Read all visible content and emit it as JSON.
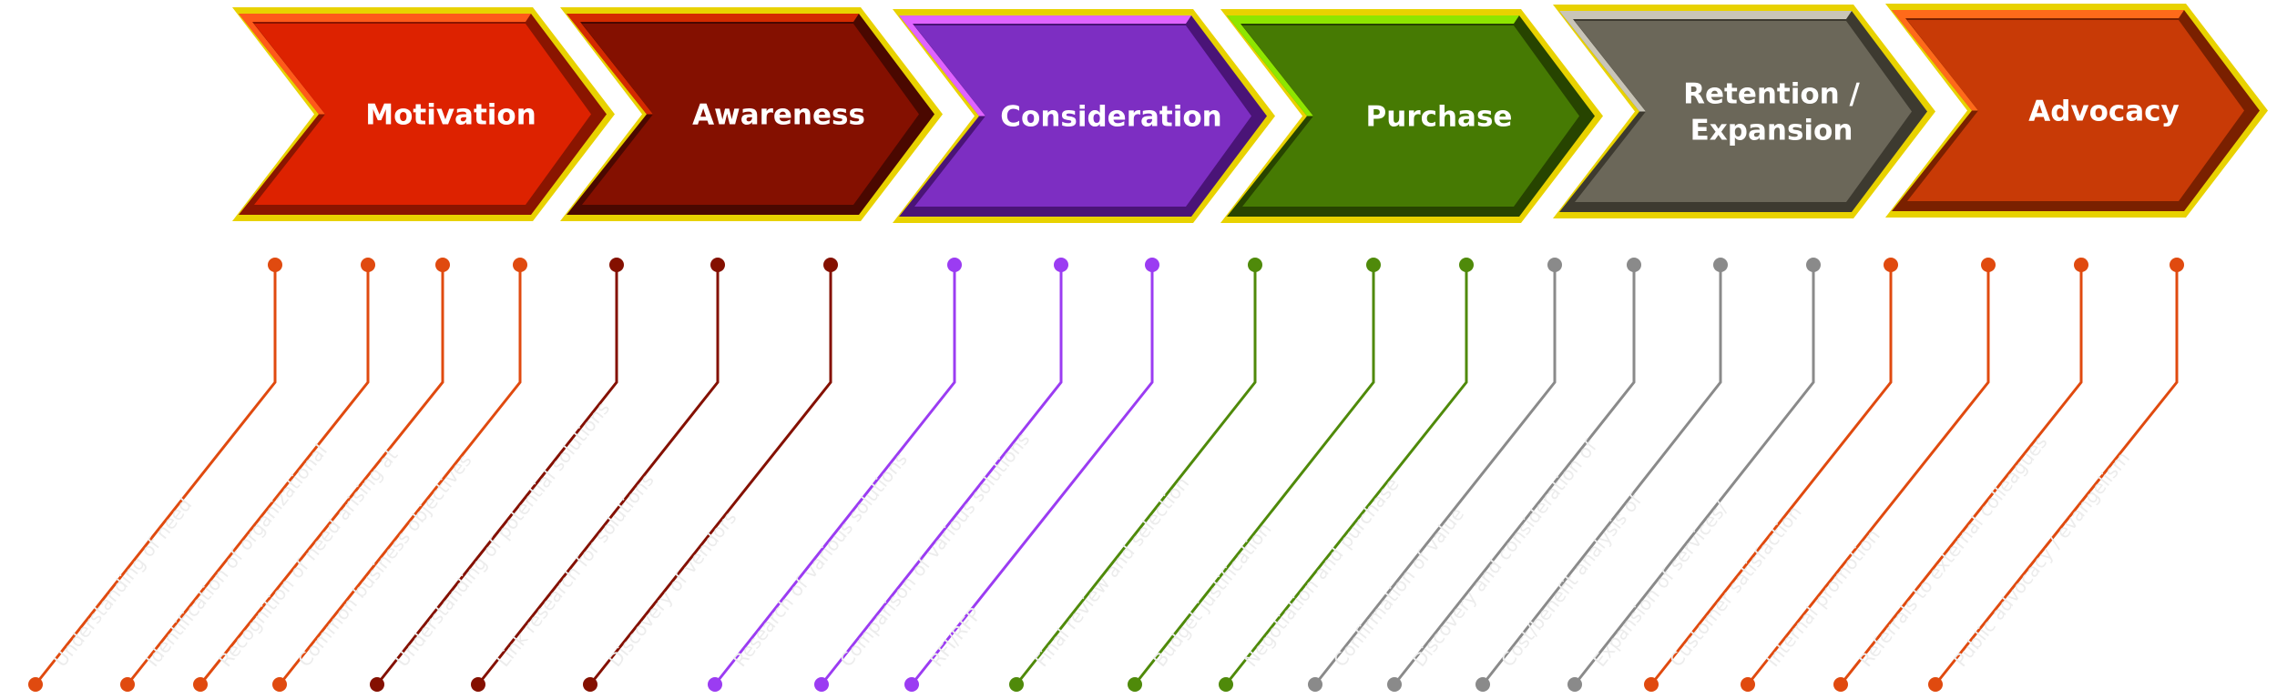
{
  "stages": [
    {
      "label": [
        "Motivation"
      ],
      "color": "#dd2200",
      "light": "#ff5a1a",
      "dark": "#8a1500"
    },
    {
      "label": [
        "Awareness"
      ],
      "color": "#841000",
      "light": "#d42a00",
      "dark": "#4a0800"
    },
    {
      "label": [
        "Consideration"
      ],
      "color": "#7d2ec2",
      "light": "#e063ff",
      "dark": "#4a1477"
    },
    {
      "label": [
        "Purchase"
      ],
      "color": "#467a03",
      "light": "#8ee600",
      "dark": "#274400"
    },
    {
      "label": [
        "Retention /",
        "Expansion"
      ],
      "color": "#6b6759",
      "light": "#c9c5b8",
      "dark": "#3d3a30"
    },
    {
      "label": [
        "Advocacy"
      ],
      "color": "#c83a06",
      "light": "#ff6a1a",
      "dark": "#7a2000"
    }
  ],
  "border_color": "#e8d200",
  "leaders": [
    {
      "stage": 0,
      "text": "Understanding of need"
    },
    {
      "stage": 0,
      "text": "Identification of organizational"
    },
    {
      "stage": 0,
      "text": "Recognition of need arising at"
    },
    {
      "stage": 0,
      "text": "Common business objectives"
    },
    {
      "stage": 1,
      "text": "Understanding of potential solutions"
    },
    {
      "stage": 1,
      "text": "Link research for solutions"
    },
    {
      "stage": 1,
      "text": "Discovery of vendors"
    },
    {
      "stage": 2,
      "text": "Research of various solutions"
    },
    {
      "stage": 2,
      "text": "Comparison of various solutions"
    },
    {
      "stage": 2,
      "text": "RFI/RFP"
    },
    {
      "stage": 3,
      "text": "Final review and selection"
    },
    {
      "stage": 3,
      "text": "Budget justification"
    },
    {
      "stage": 3,
      "text": "Negotiation and purchase"
    },
    {
      "stage": 4,
      "text": "Confirmation of value"
    },
    {
      "stage": 4,
      "text": "Discovery and consideration of"
    },
    {
      "stage": 4,
      "text": "Cost/benefit analysis of"
    },
    {
      "stage": 4,
      "text": "Expansion of services/"
    },
    {
      "stage": 5,
      "text": "Customer satisfaction"
    },
    {
      "stage": 5,
      "text": "Internal promotion"
    },
    {
      "stage": 5,
      "text": "Referrals to external colleagues"
    },
    {
      "stage": 5,
      "text": "Public advocacy / evangelism"
    }
  ]
}
